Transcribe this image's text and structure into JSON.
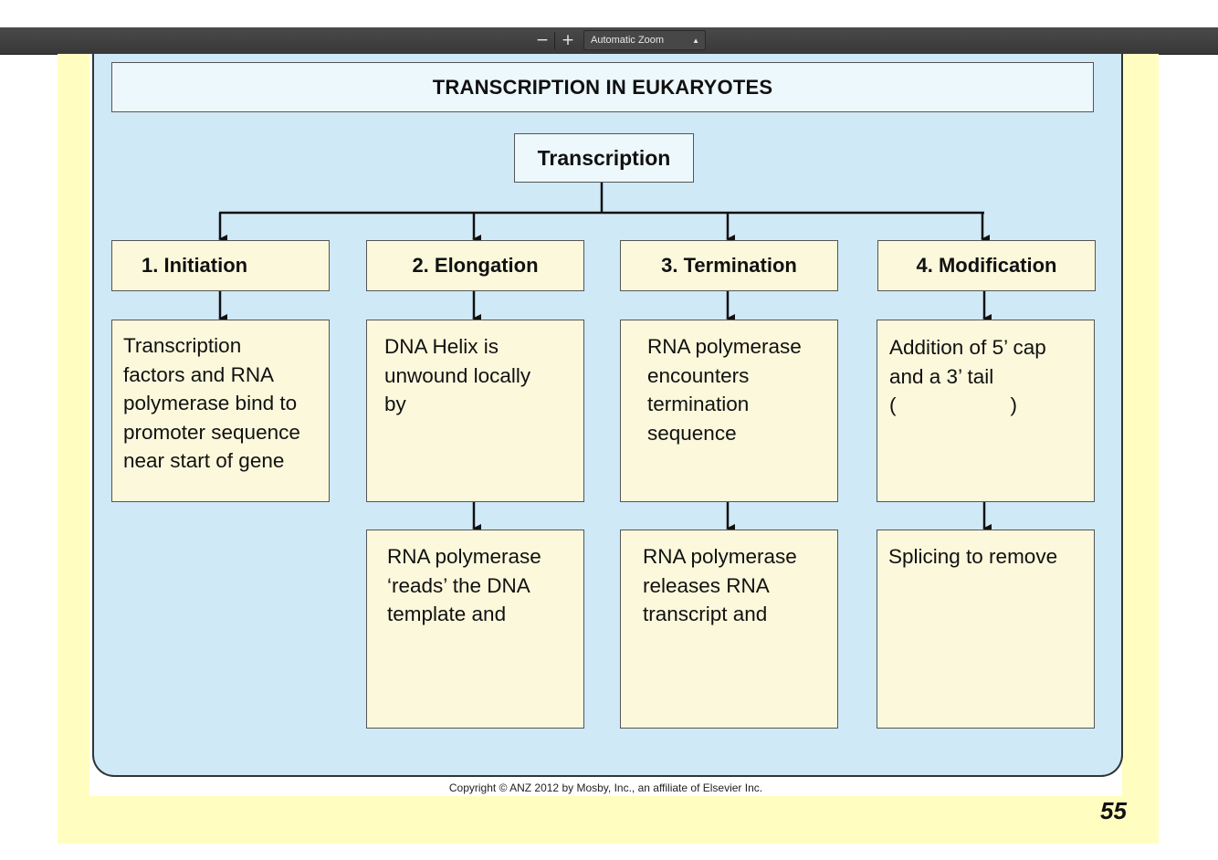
{
  "toolbar": {
    "zoom_out_label": "−",
    "zoom_in_label": "+",
    "zoom_value": "Automatic Zoom"
  },
  "diagram": {
    "title": "TRANSCRIPTION IN EUKARYOTES",
    "root": "Transcription",
    "stages": [
      {
        "label": "1. Initiation",
        "boxes": [
          [
            "Transcription",
            "factors and RNA",
            "polymerase bind to",
            "promoter sequence",
            "near start of gene"
          ]
        ]
      },
      {
        "label": "2. Elongation",
        "boxes": [
          [
            "DNA Helix is",
            "unwound locally",
            "by"
          ],
          [
            "RNA polymerase",
            "‘reads’ the DNA",
            "template and"
          ]
        ]
      },
      {
        "label": "3. Termination",
        "boxes": [
          [
            "RNA polymerase",
            "encounters",
            "termination",
            "sequence"
          ],
          [
            "RNA polymerase",
            "releases RNA",
            "transcript and"
          ]
        ]
      },
      {
        "label": "4. Modification",
        "boxes": [
          [
            "Addition of 5’ cap",
            "and a 3’ tail",
            "(                    )"
          ],
          [
            "Splicing to remove"
          ]
        ]
      }
    ]
  },
  "copyright": "Copyright © ANZ 2012 by Mosby, Inc., an affiliate of Elsevier Inc.",
  "page_number": "55"
}
